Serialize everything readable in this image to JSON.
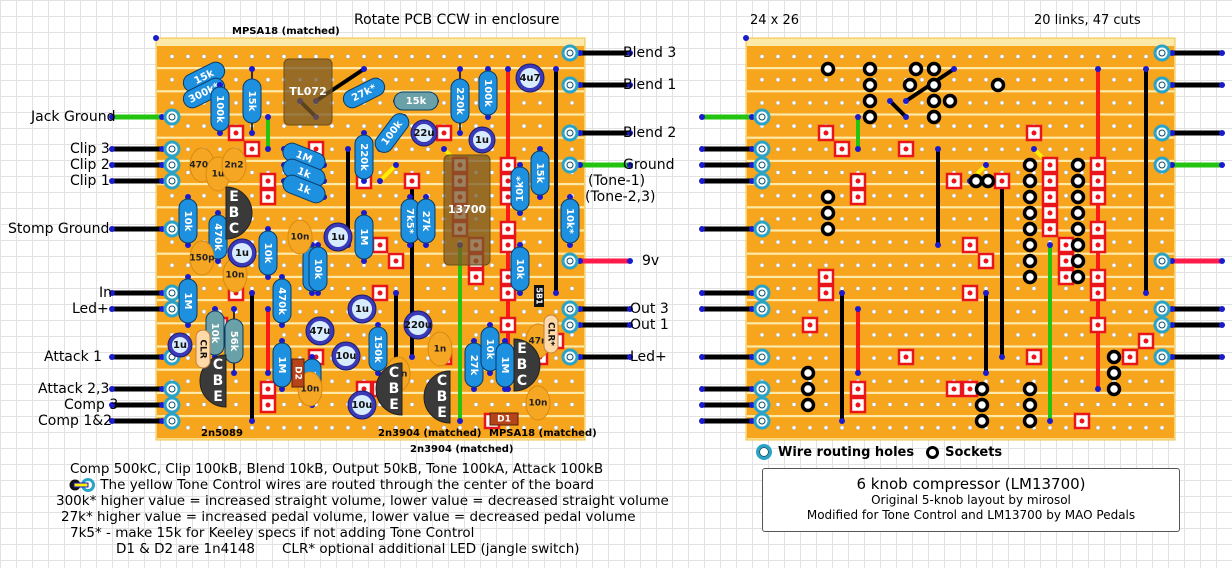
{
  "left_board": {
    "header": "Rotate PCB CCW in enclosure",
    "top_part_label": "MPSA18 (matched)",
    "bottom_part_labels": [
      "2n5089",
      "2n3904 (matched)",
      "MPSA18 (matched)",
      "2n3904 (matched)"
    ],
    "left_terminals": [
      "Jack Ground",
      "Clip 3",
      "Clip 2",
      "Clip 1",
      "Stomp Ground",
      "In",
      "Led+",
      "Attack 1",
      "Attack 2,3",
      "Comp 3",
      "Comp 1&2"
    ],
    "right_terminals": [
      "Blend 3",
      "Blend 1",
      "Blend 2",
      "Ground",
      "(Tone-1)",
      "(Tone-2,3)",
      "9v",
      "Out 3",
      "Out 1",
      "Led+"
    ],
    "ics": [
      "TL072",
      "13700"
    ],
    "resistors": [
      "15k",
      "300k*",
      "100k",
      "15k",
      "27k*",
      "15k",
      "220k",
      "100k",
      "100k",
      "220k",
      "1M",
      "1k",
      "1k",
      "10k",
      "470k",
      "10k",
      "10k",
      "1M",
      "7k5*",
      "27k",
      "10k*",
      "15k",
      "10k*",
      "10k",
      "470k",
      "10k",
      "1M",
      "10k",
      "56k",
      "1M",
      "10k",
      "150k",
      "27k",
      "10k",
      "1M"
    ],
    "capacitors": [
      "470n",
      "1u",
      "2n2",
      "10n",
      "150p",
      "10n",
      "10n",
      "10n",
      "1n",
      "47n",
      "10n"
    ],
    "electrolytics": [
      "4u7",
      "22u",
      "1u",
      "1u",
      "1u",
      "1u",
      "47u",
      "10u",
      "10u",
      "220u",
      "1u"
    ],
    "diodes": [
      "D1",
      "D2"
    ],
    "misc": [
      "CLR",
      "CLR*",
      "5B1"
    ],
    "transistor_pins": [
      [
        "E",
        "B",
        "C"
      ],
      [
        "C",
        "B",
        "E"
      ],
      [
        "C",
        "B",
        "E"
      ],
      [
        "C",
        "B",
        "E"
      ],
      [
        "E",
        "B",
        "C"
      ]
    ]
  },
  "right_board": {
    "size": "24 x 26",
    "stats": "20 links, 47 cuts"
  },
  "legend": {
    "wire_holes": "Wire routing holes",
    "sockets": "Sockets"
  },
  "notes": [
    "Comp 500kC, Clip 100kB, Blend 10kB, Output 50kB, Tone 100kA, Attack 100kB",
    "The yellow Tone Control wires are routed through the center of the board",
    "300k*  higher value = increased straight volume, lower value = decreased straight volume",
    "27k*  higher value = increased pedal volume, lower value = decreased pedal volume",
    "7k5* - make 15k for Keeley specs if not adding Tone Control",
    "D1 & D2 are 1n4148",
    "CLR* optional additional LED (jangle switch)"
  ],
  "title_box": {
    "title": "6 knob compressor (LM13700)",
    "line1": "Original 5-knob layout by mirosol",
    "line2": "Modified for Tone Control and LM13700 by MAO Pedals"
  },
  "colors": {
    "strip": "#f7a51c",
    "board_edge": "#fde9a8",
    "cut": "#e8151b",
    "resistor": "#1e90e0",
    "cap": "#f7a51c",
    "electrolytic": "#3a3ab8",
    "wire_ring": "#2aa3c7",
    "link_green": "#22c40f",
    "link_red": "#ff1a1a"
  }
}
